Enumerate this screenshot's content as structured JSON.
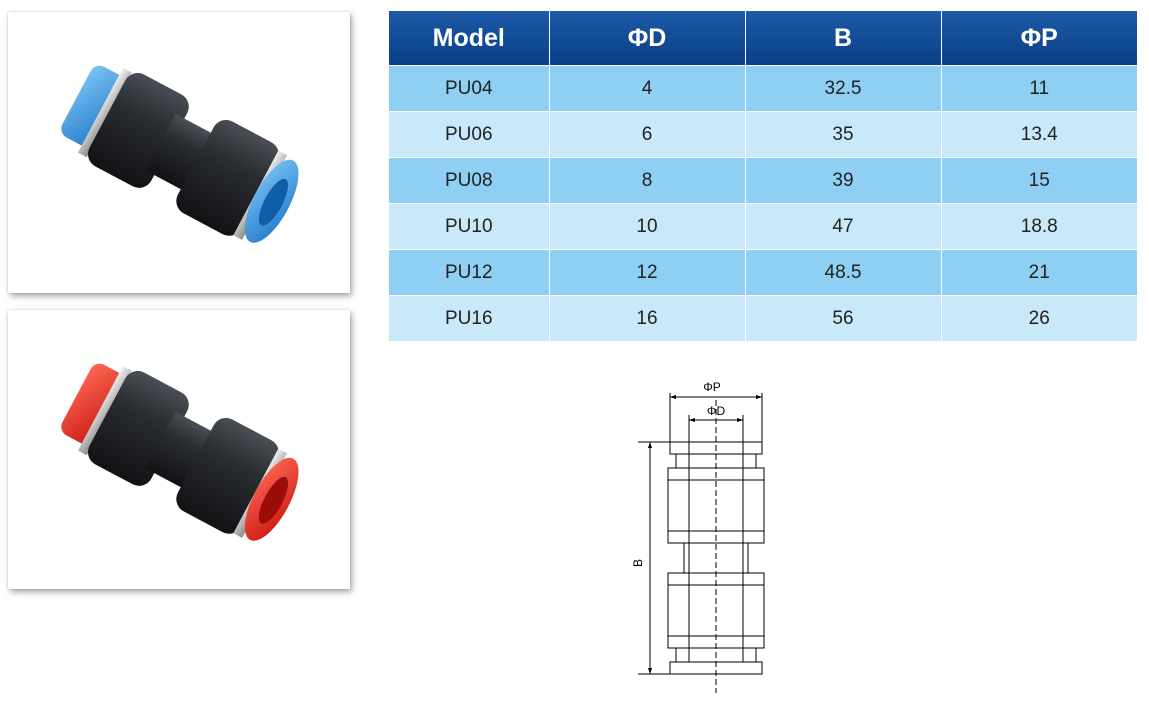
{
  "table": {
    "headers": [
      "Model",
      "ΦD",
      "B",
      "ΦP"
    ],
    "rows": [
      [
        "PU04",
        "4",
        "32.5",
        "11"
      ],
      [
        "PU06",
        "6",
        "35",
        "13.4"
      ],
      [
        "PU08",
        "8",
        "39",
        "15"
      ],
      [
        "PU10",
        "10",
        "47",
        "18.8"
      ],
      [
        "PU12",
        "12",
        "48.5",
        "21"
      ],
      [
        "PU16",
        "16",
        "56",
        "26"
      ]
    ]
  },
  "drawing": {
    "label_p": "ΦP",
    "label_d": "ΦD",
    "label_b": "B"
  },
  "colors": {
    "header_blue": "#0a4b96",
    "row_dark": "#8ecff3",
    "row_light": "#c9e8f9",
    "collet_blue": "#3a9be0",
    "collet_red": "#e0241e",
    "body": "#1e2125"
  },
  "photos": [
    {
      "name": "blue-collet-fitting",
      "icon": "fitting-photo"
    },
    {
      "name": "red-collet-fitting",
      "icon": "fitting-photo"
    }
  ]
}
